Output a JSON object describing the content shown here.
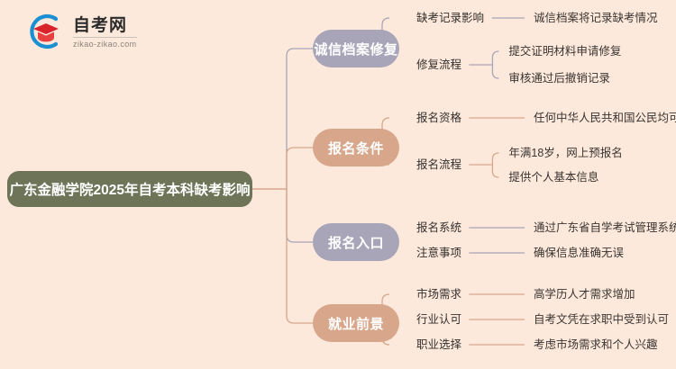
{
  "logo": {
    "icon": "graduation-cap-logo-icon",
    "title": "自考网",
    "subtitle": "zikao-zikao.com"
  },
  "colors": {
    "background": "#fce9dc",
    "root": "#6d7458",
    "branch_gray": "#a7a5b7",
    "branch_tan": "#d7a68b",
    "logo_arc": "#1a8fd1",
    "logo_cap": "#d8232a",
    "text_dark": "#332f2c"
  },
  "mindmap": {
    "root": {
      "label": "广东金融学院2025年自考本科缺考影响"
    },
    "branches": [
      {
        "label": "诚信档案修复",
        "color": "gray",
        "children": [
          {
            "label": "缺考记录影响",
            "leaves": [
              "诚信档案将记录缺考情况"
            ]
          },
          {
            "label": "修复流程",
            "leaves": [
              "提交证明材料申请修复",
              "审核通过后撤销记录"
            ]
          }
        ]
      },
      {
        "label": "报名条件",
        "color": "tan",
        "children": [
          {
            "label": "报名资格",
            "leaves": [
              "任何中华人民共和国公民均可报名"
            ]
          },
          {
            "label": "报名流程",
            "leaves": [
              "年满18岁，网上预报名",
              "提供个人基本信息"
            ]
          }
        ]
      },
      {
        "label": "报名入口",
        "color": "gray",
        "children": [
          {
            "label": "报名系统",
            "leaves": [
              "通过广东省自学考试管理系统报名"
            ]
          },
          {
            "label": "注意事项",
            "leaves": [
              "确保信息准确无误"
            ]
          }
        ]
      },
      {
        "label": "就业前景",
        "color": "tan",
        "children": [
          {
            "label": "市场需求",
            "leaves": [
              "高学历人才需求增加"
            ]
          },
          {
            "label": "行业认可",
            "leaves": [
              "自考文凭在求职中受到认可"
            ]
          },
          {
            "label": "职业选择",
            "leaves": [
              "考虑市场需求和个人兴趣"
            ]
          }
        ]
      }
    ]
  }
}
